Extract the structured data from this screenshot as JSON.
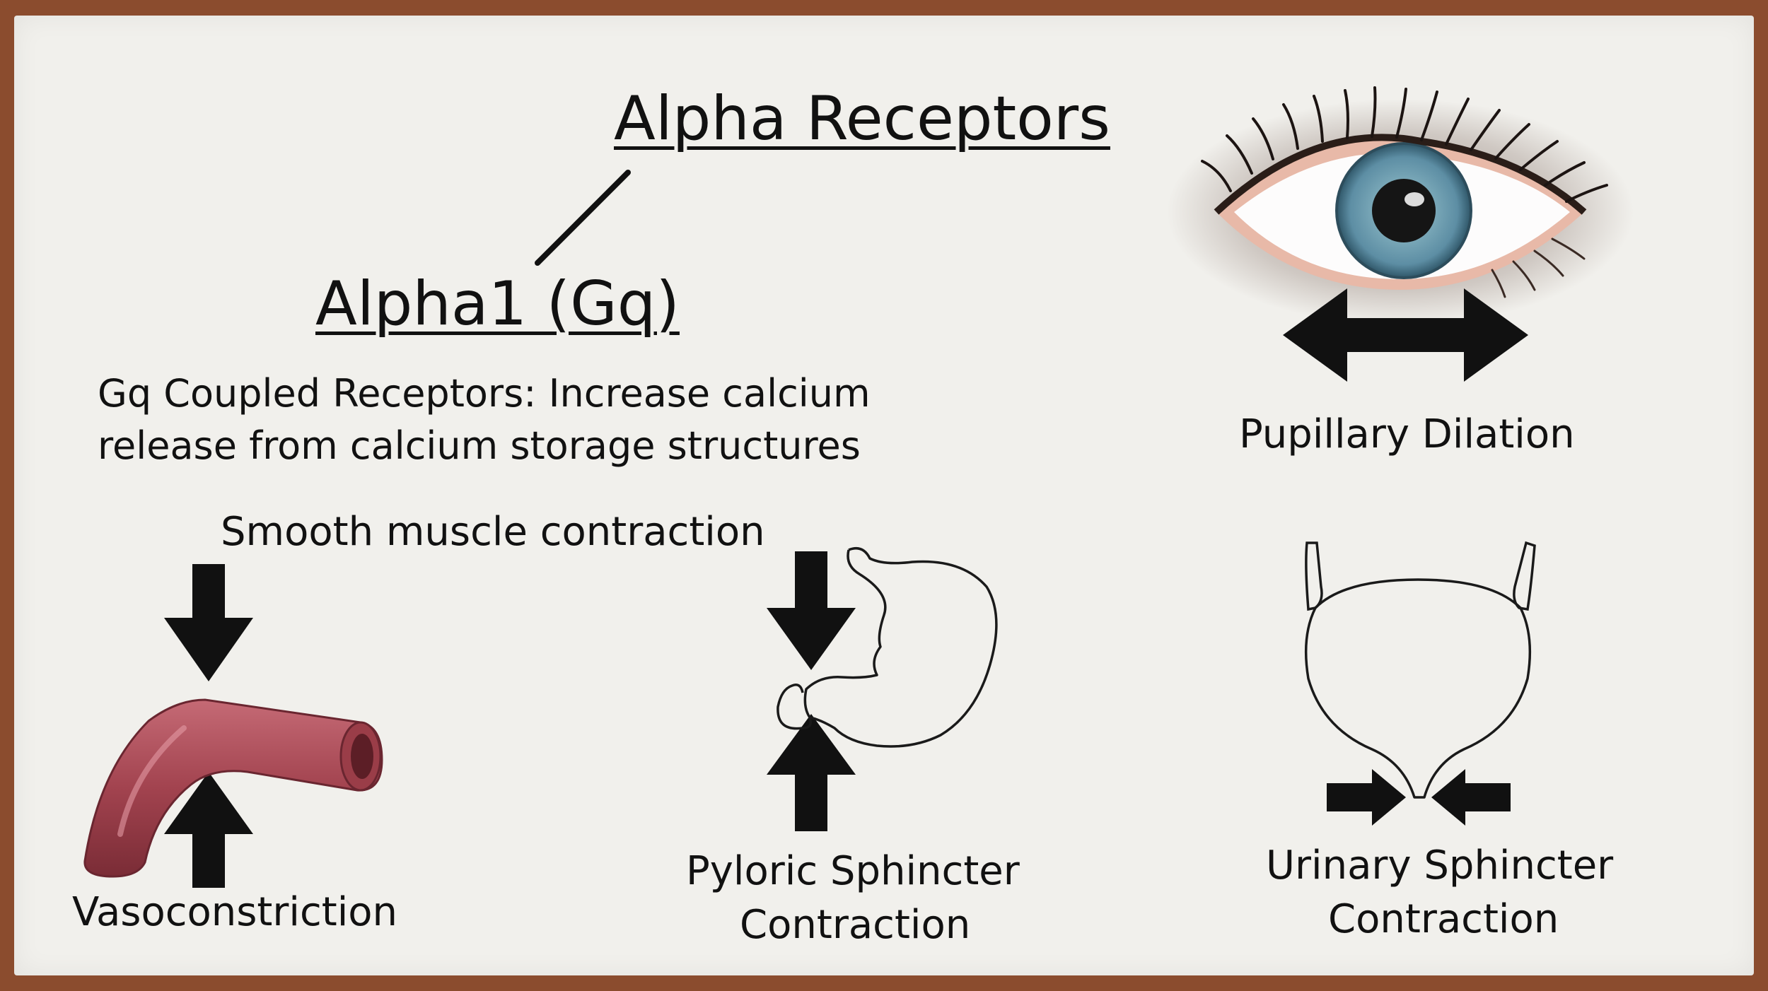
{
  "title": "Alpha Receptors",
  "subtitle": "Alpha1 (Gq)",
  "description": {
    "line1": "Gq Coupled Receptors: Increase calcium",
    "line2": "release from calcium storage structures"
  },
  "labels": {
    "smooth_muscle": "Smooth muscle contraction",
    "vasoconstriction": "Vasoconstriction",
    "pyloric_line1": "Pyloric Sphincter",
    "pyloric_line2": "Contraction",
    "urinary_line1": "Urinary Sphincter",
    "urinary_line2": "Contraction",
    "pupillary": "Pupillary Dilation"
  },
  "icons": [
    "eye-icon",
    "blood-vessel-icon",
    "stomach-icon",
    "bladder-icon",
    "double-arrow-icon",
    "arrow-down-icon",
    "arrow-up-icon",
    "arrow-right-icon",
    "arrow-left-icon"
  ],
  "colors": {
    "frame": "#8b4c2e",
    "board": "#f1f0ec",
    "vessel": "#a8505c",
    "iris": "#6e9cb0"
  }
}
